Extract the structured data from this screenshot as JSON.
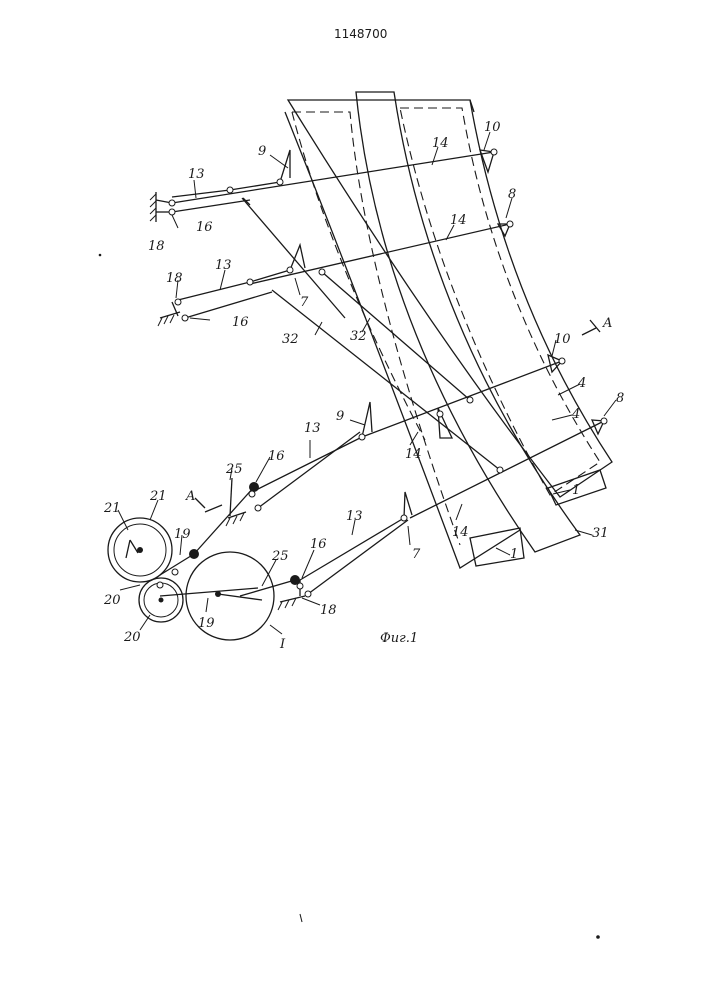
{
  "document": {
    "patent_number": "1148700",
    "figure_caption": "Фиг.1"
  },
  "labels": {
    "l1a": "1",
    "l1b": "1",
    "l4a": "4",
    "l4b": "4",
    "l7a": "7",
    "l7b": "7",
    "l8a": "8",
    "l8b": "8",
    "l9a": "9",
    "l9b": "9",
    "l10a": "10",
    "l10b": "10",
    "l13a": "13",
    "l13b": "13",
    "l13c": "13",
    "l13d": "13",
    "l14a": "14",
    "l14b": "14",
    "l14c": "14",
    "l14d": "14",
    "l16a": "16",
    "l16b": "16",
    "l16c": "16",
    "l16d": "16",
    "l18a": "18",
    "l18b": "18",
    "l18c": "18",
    "l19a": "19",
    "l19b": "19",
    "l20a": "20",
    "l20b": "20",
    "l21a": "21",
    "l21b": "21",
    "l25a": "25",
    "l25b": "25",
    "l31": "31",
    "l32a": "32",
    "l32b": "32",
    "sectionA1": "A",
    "sectionA2": "A",
    "roman1": "I"
  }
}
